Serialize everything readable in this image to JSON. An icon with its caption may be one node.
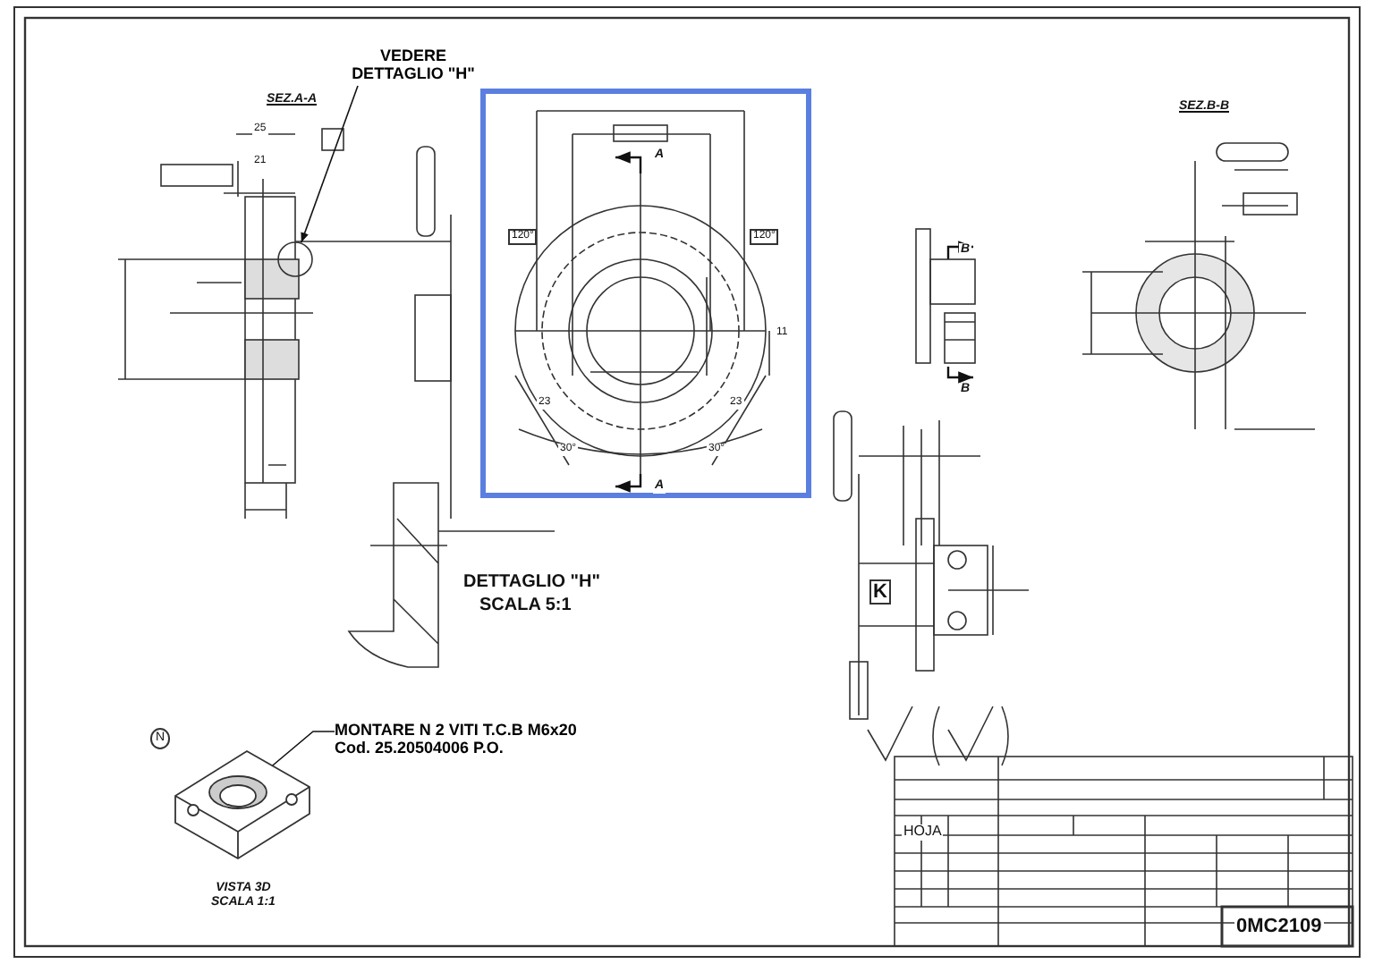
{
  "diagram": {
    "nodes": [
      {
        "text": [
          "VEDERE DETTAGLIO \"H\""
        ]
      },
      {
        "text": [],
        "shape": "circle"
      },
      {
        "text": [
          "MONTARE N 2 VITI T.C.B M6x20 Cod. 25.20504006 P.O."
        ]
      },
      {
        "text": [],
        "shape": "picture",
        "beside": [
          "VISTA 3D",
          "SCALA 1:1"
        ]
      }
    ],
    "edges": [
      {
        "from": 0,
        "to": 1,
        "arrow": "to"
      },
      {
        "from": 2,
        "to": 3,
        "arrow": "none"
      }
    ],
    "labels": [
      "SEZ.A-A",
      "25",
      "21",
      "A",
      "120°",
      "120°",
      "11",
      "23",
      "23",
      "30°",
      "30°",
      "A",
      "SEZ.B-B",
      "B",
      "B",
      "K",
      "DETTAGLIO \"H\"",
      "SCALA 5:1",
      "N",
      "HOJA",
      "0MC2109"
    ]
  }
}
